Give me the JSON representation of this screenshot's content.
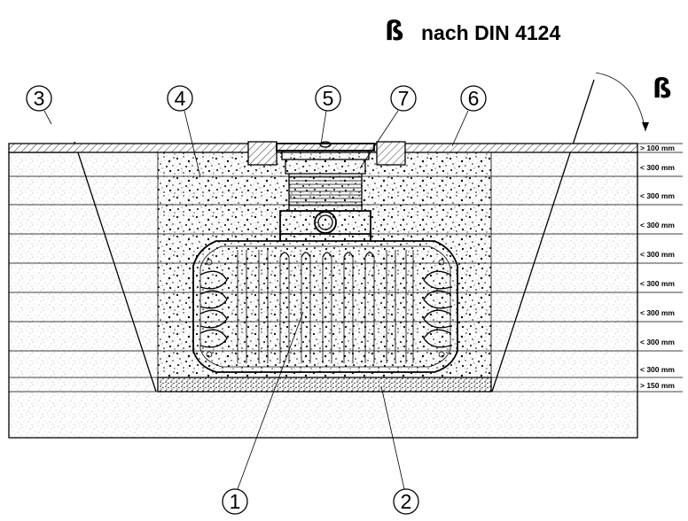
{
  "title": {
    "symbol": "ß",
    "text": "nach DIN  4124"
  },
  "angle_symbol": "ß",
  "callouts": [
    {
      "id": "1",
      "label": "1"
    },
    {
      "id": "2",
      "label": "2"
    },
    {
      "id": "3",
      "label": "3"
    },
    {
      "id": "4",
      "label": "4"
    },
    {
      "id": "5",
      "label": "5"
    },
    {
      "id": "6",
      "label": "6"
    },
    {
      "id": "7",
      "label": "7"
    }
  ],
  "dimensions": [
    "> 100 mm",
    "< 300 mm",
    "< 300 mm",
    "< 300 mm",
    "< 300 mm",
    "< 300 mm",
    "< 300 mm",
    "< 300 mm",
    "< 300 mm",
    "> 150 mm"
  ],
  "colors": {
    "line": "#000000",
    "background": "#ffffff"
  }
}
